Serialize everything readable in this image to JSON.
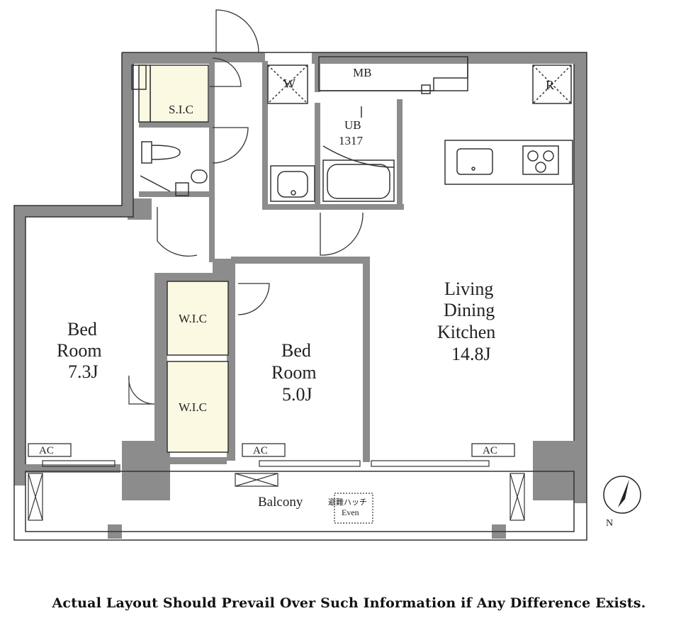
{
  "rooms": {
    "sic": "S.I.C",
    "mb": "MB",
    "washer": "W",
    "refrigerator": "R",
    "unit_bath": [
      "UB",
      "1317"
    ],
    "wic_upper": "W.I.C",
    "wic_lower": "W.I.C",
    "bedroom_left": [
      "Bed",
      "Room",
      "7.3J"
    ],
    "bedroom_center": [
      "Bed",
      "Room",
      "5.0J"
    ],
    "ldk": [
      "Living",
      "Dining",
      "Kitchen",
      "14.8J"
    ],
    "balcony": "Balcony",
    "hatch": [
      "避難ハッチ",
      "Even"
    ]
  },
  "ac_units": [
    "AC",
    "AC",
    "AC"
  ],
  "compass": {
    "label": "N"
  },
  "disclaimer": "Actual Layout Should Prevail Over Such Information if Any Difference Exists.",
  "colors": {
    "wall": "#8c8c8c",
    "closet": "#fcf9e3",
    "line": "#333333"
  }
}
